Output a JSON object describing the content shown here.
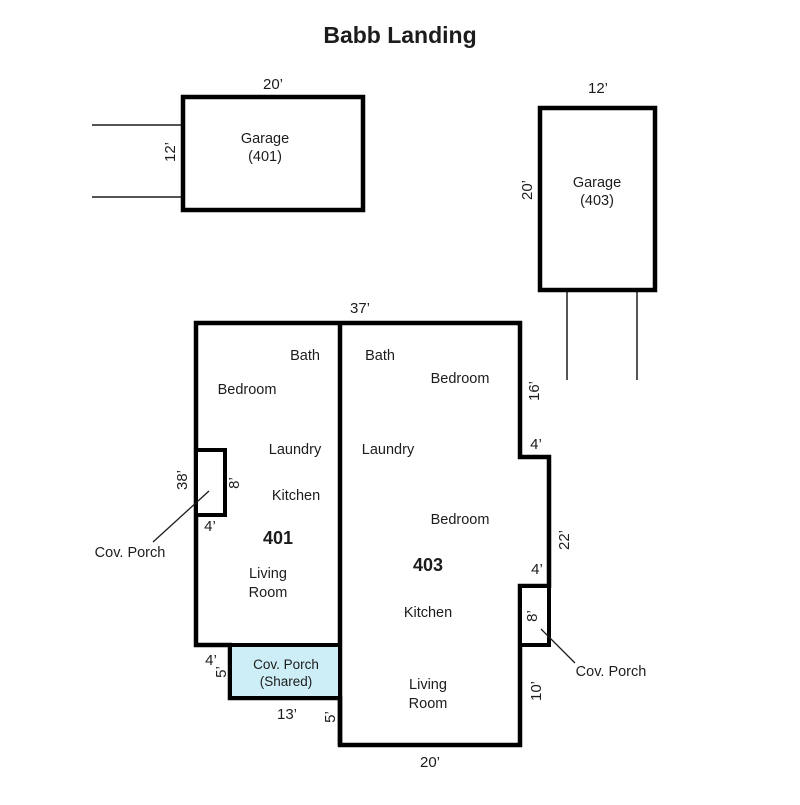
{
  "title": "Babb Landing",
  "colors": {
    "wall": "#000000",
    "shared_porch_fill": "#cdeef6",
    "background": "#ffffff"
  },
  "garages": {
    "g401": {
      "label1": "Garage",
      "label2": "(401)",
      "top_dim": "20’",
      "side_dim": "12’"
    },
    "g403": {
      "label1": "Garage",
      "label2": "(403)",
      "top_dim": "12’",
      "side_dim": "20’"
    }
  },
  "units": {
    "u401": {
      "number": "401",
      "bath": "Bath",
      "bedroom": "Bedroom",
      "laundry": "Laundry",
      "kitchen": "Kitchen",
      "living_line1": "Living",
      "living_line2": "Room"
    },
    "u403": {
      "number": "403",
      "bath": "Bath",
      "bedroom1": "Bedroom",
      "laundry": "Laundry",
      "bedroom2": "Bedroom",
      "kitchen": "Kitchen",
      "living_line1": "Living",
      "living_line2": "Room"
    }
  },
  "dimensions": {
    "main_top": "37’",
    "right_upper": "16’",
    "right_step1": "4’",
    "right_mid": "22’",
    "right_step2": "4’",
    "right_porch": "8’",
    "right_lower": "10’",
    "bottom": "20’",
    "bottom_step": "5’",
    "shared_porch_width": "13’",
    "shared_porch_height": "5’",
    "bottom_left": "4’",
    "left_side": "38’",
    "left_porch_height": "8’",
    "left_porch_width": "4’"
  },
  "porches": {
    "left_label": "Cov. Porch",
    "right_label": "Cov. Porch",
    "shared_line1": "Cov. Porch",
    "shared_line2": "(Shared)"
  }
}
